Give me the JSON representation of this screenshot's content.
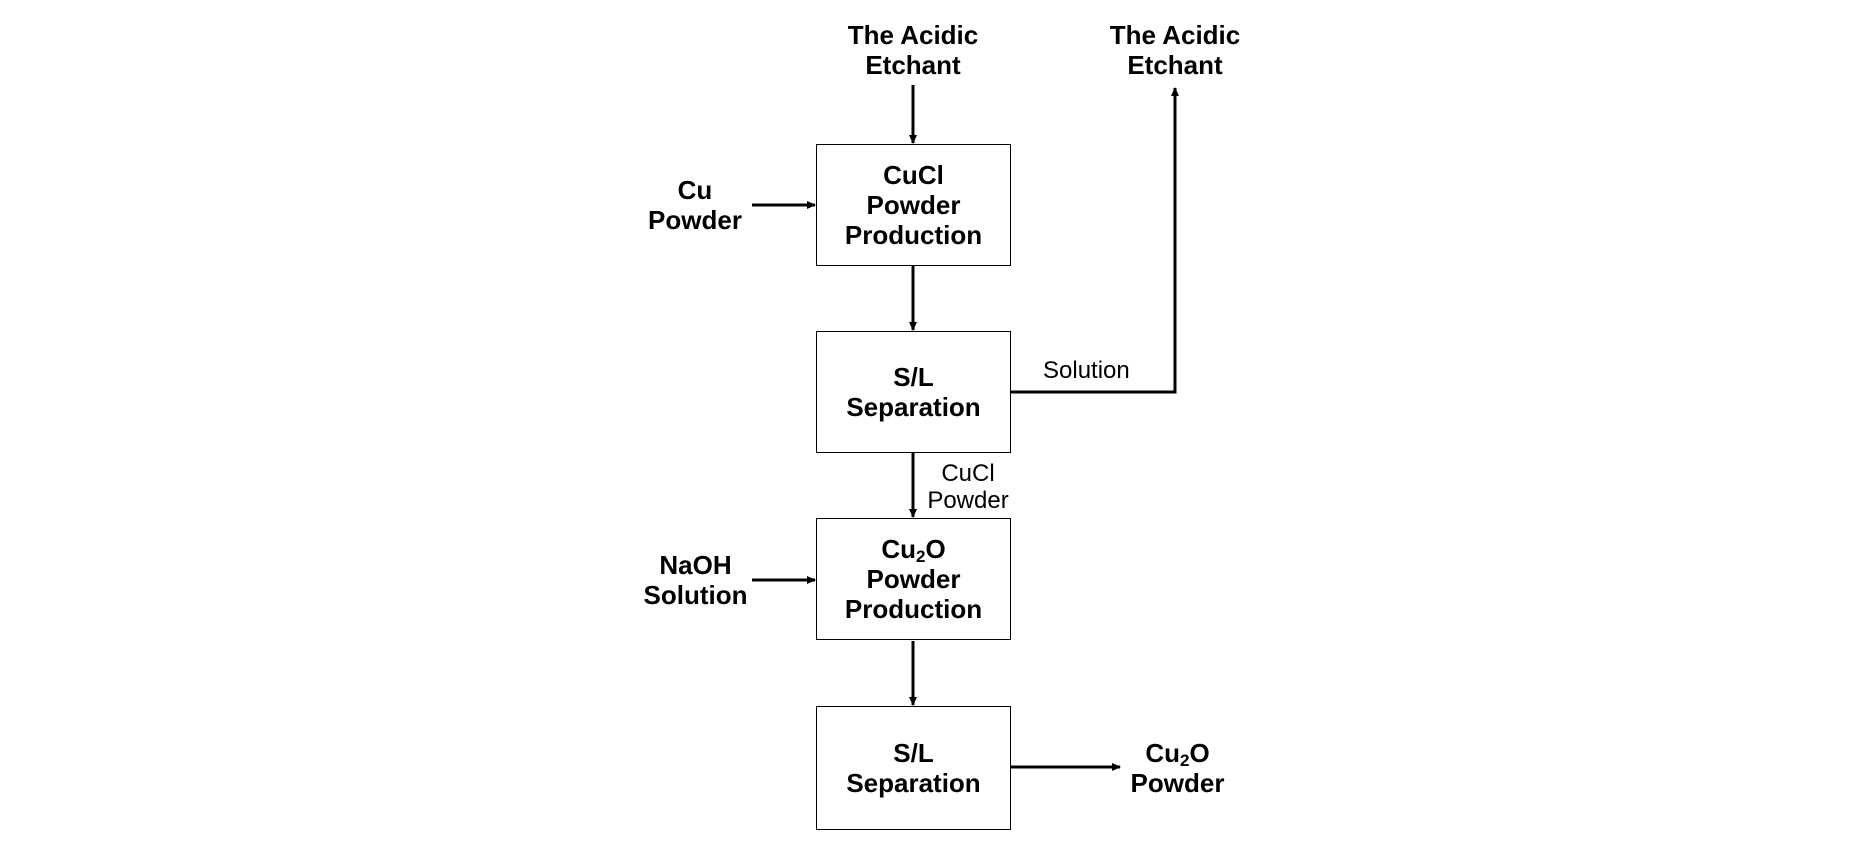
{
  "inputs": {
    "etchant_in": [
      "The Acidic",
      "Etchant"
    ],
    "cu_powder": [
      "Cu",
      "Powder"
    ],
    "naoh_solution": [
      "NaOH",
      "Solution"
    ]
  },
  "outputs": {
    "etchant_out": [
      "The Acidic",
      "Etchant"
    ],
    "cu2o_powder": {
      "base": "Cu",
      "sub": "2",
      "rest": "O",
      "line2": "Powder"
    }
  },
  "boxes": {
    "cucl_production": [
      "CuCl",
      "Powder",
      "Production"
    ],
    "sl_separation_1": [
      "S/L",
      "Separation"
    ],
    "cu2o_production": {
      "base": "Cu",
      "sub": "2",
      "rest": "O",
      "line2": "Powder",
      "line3": "Production"
    },
    "sl_separation_2": [
      "S/L",
      "Separation"
    ]
  },
  "flow_labels": {
    "solution": "Solution",
    "cucl_powder": [
      "CuCl",
      "Powder"
    ]
  }
}
